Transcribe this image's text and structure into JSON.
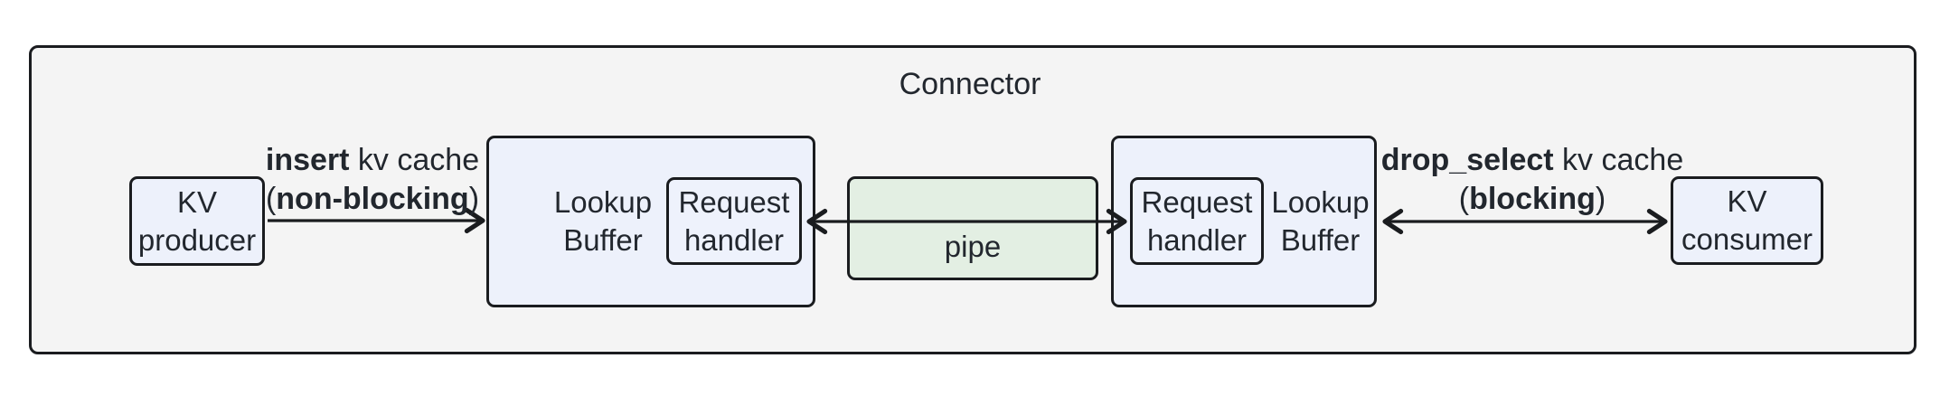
{
  "diagram": {
    "title": "Connector",
    "nodes": {
      "kv_producer": {
        "line1": "KV",
        "line2": "producer"
      },
      "lookup_buffer_left": {
        "line1": "Lookup",
        "line2": "Buffer"
      },
      "request_handler_left": {
        "line1": "Request",
        "line2": "handler"
      },
      "pipe": {
        "label": "pipe"
      },
      "request_handler_right": {
        "line1": "Request",
        "line2": "handler"
      },
      "lookup_buffer_right": {
        "line1": "Lookup",
        "line2": "Buffer"
      },
      "kv_consumer": {
        "line1": "KV",
        "line2": "consumer"
      }
    },
    "edges": {
      "insert": {
        "verb": "insert",
        "object": " kv cache",
        "paren_open": "(",
        "mode": "non-blocking",
        "paren_close": ")"
      },
      "drop_select": {
        "verb": "drop_select",
        "object": " kv cache",
        "paren_open": "(",
        "mode": "blocking",
        "paren_close": ")"
      }
    },
    "colors": {
      "page_background": "#ffffff",
      "container_fill": "#f4f4f4",
      "node_fill": "#edf1fb",
      "pipe_fill": "#e3efe3",
      "border": "#1a1c1f",
      "text": "#22272e"
    }
  }
}
